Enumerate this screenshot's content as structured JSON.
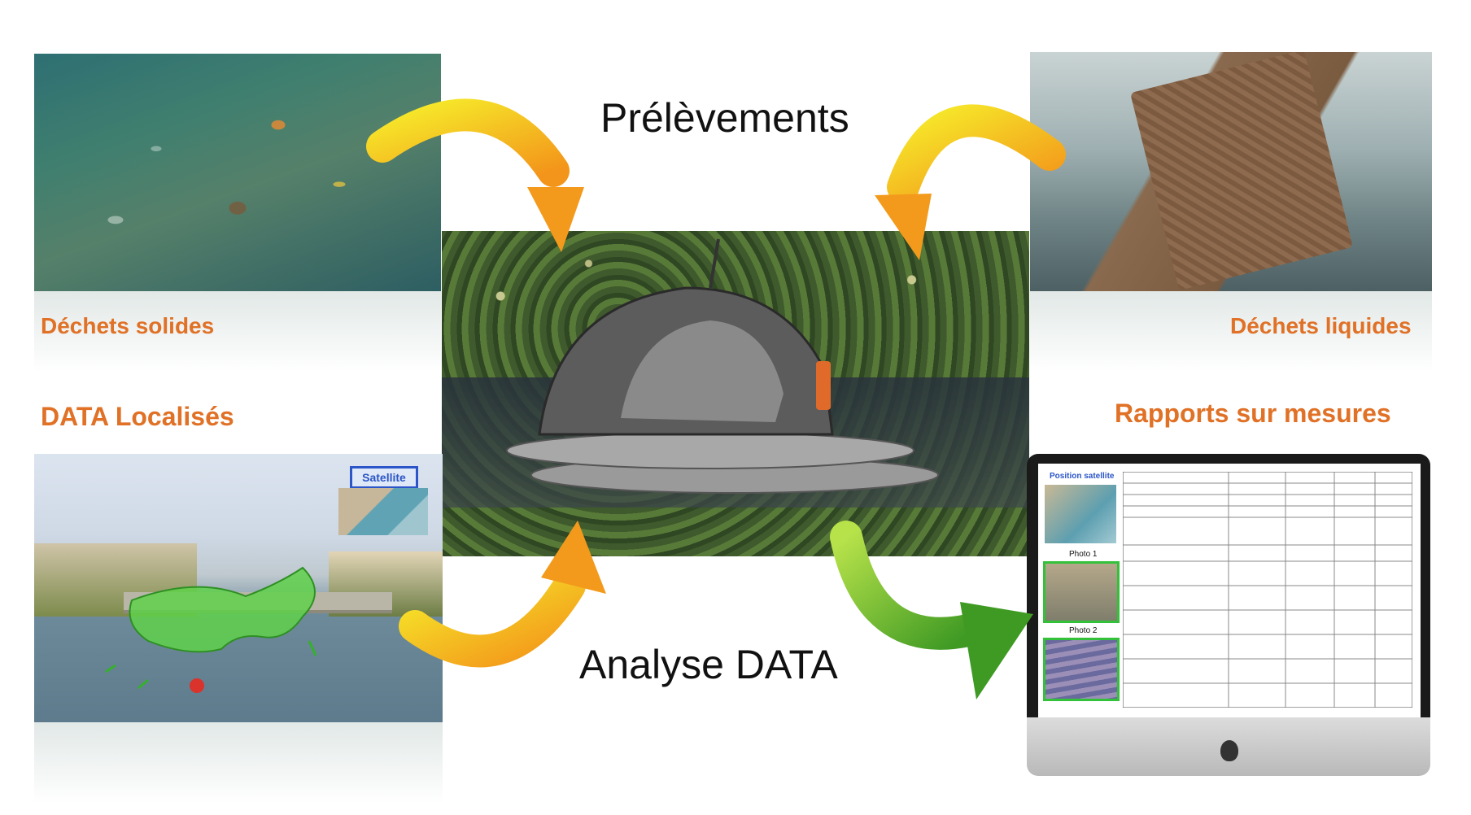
{
  "titles": {
    "top": "Prélèvements",
    "bottom": "Analyse DATA"
  },
  "labels": {
    "solid_waste": "Déchets solides",
    "liquid_waste": "Déchets liquides",
    "data_localized": "DATA Localisés",
    "reports": "Rapports sur mesures"
  },
  "map_overlay": {
    "satellite_label": "Satellite"
  },
  "monitor": {
    "position_satellite": "Position satellite",
    "photo1": "Photo 1",
    "photo2": "Photo 2"
  },
  "colors": {
    "orange_label": "#e07126",
    "arrow_yellow": "#f2d51f",
    "arrow_orange": "#f39a1c",
    "arrow_green": "#5dbb2c",
    "zone_green": "#5fd14a",
    "satellite_blue": "#2b55c8"
  },
  "icons": {
    "arrows": [
      "curved-arrow-yellow-icon",
      "curved-arrow-green-icon"
    ],
    "brand": "apple-logo-icon"
  }
}
